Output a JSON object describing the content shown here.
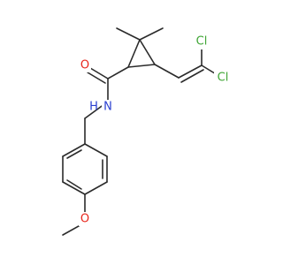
{
  "molecule": {
    "atoms": {
      "cl_top": "Cl",
      "cl_right": "Cl",
      "oxygen_carbonyl": "O",
      "nitrogen_amide": "N",
      "hydrogen_amide": "H",
      "oxygen_methoxy": "O"
    },
    "colors": {
      "bond": "#2b2b2b",
      "chlorine": "#3fa535",
      "oxygen": "#e8261c",
      "nitrogen": "#2a3fd0"
    }
  }
}
